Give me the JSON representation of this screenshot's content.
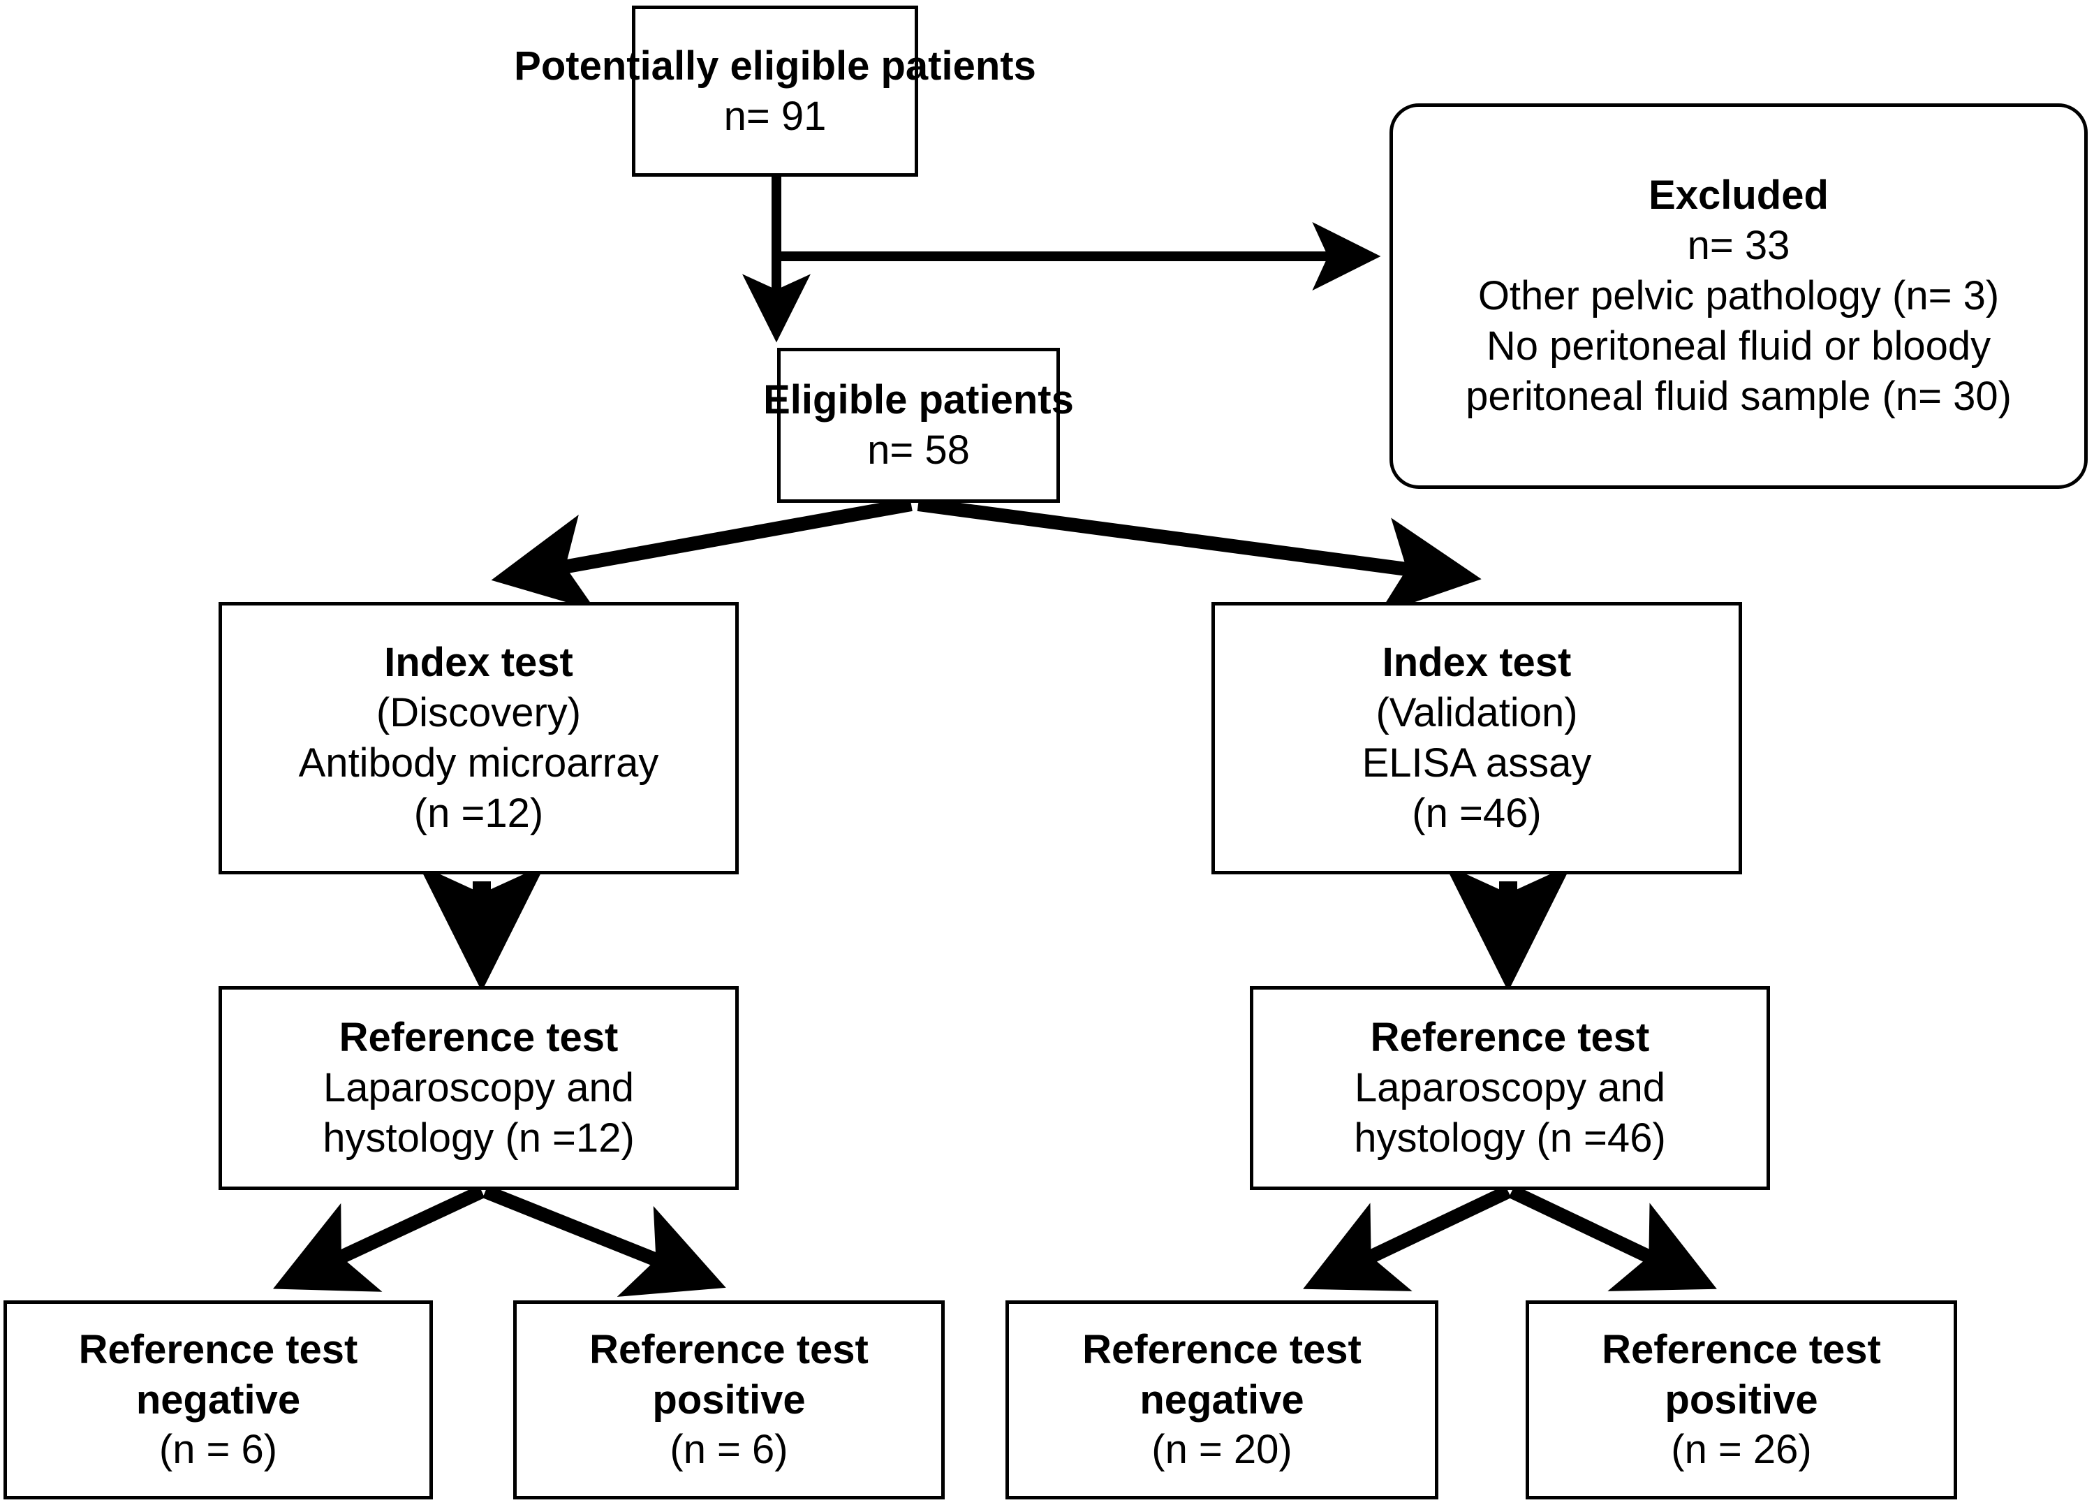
{
  "diagram": {
    "title": "Patient flow diagram",
    "nodes": {
      "potentially_eligible": {
        "label": "Potentially eligible patients",
        "count": "n= 91"
      },
      "excluded": {
        "label": "Excluded",
        "count": "n= 33",
        "reason_1": "Other pelvic pathology (n= 3)",
        "reason_2": "No peritoneal fluid or bloody peritoneal fluid sample (n= 30)"
      },
      "eligible": {
        "label": "Eligible patients",
        "count": "n= 58"
      },
      "index_test_discovery": {
        "label": "Index test",
        "phase": "(Discovery)",
        "method": "Antibody microarray",
        "count": "(n =12)"
      },
      "index_test_validation": {
        "label": "Index test",
        "phase": "(Validation)",
        "method": "ELISA assay",
        "count": "(n =46)"
      },
      "reference_test_discovery": {
        "label": "Reference test",
        "method_line_1": "Laparoscopy and",
        "method_line_2": "hystology (n =12)"
      },
      "reference_test_validation": {
        "label": "Reference test",
        "method_line_1": "Laparoscopy and",
        "method_line_2": "hystology (n =46)"
      },
      "discovery_negative": {
        "label_line_1": "Reference test",
        "label_line_2": "negative",
        "count": "(n = 6)"
      },
      "discovery_positive": {
        "label_line_1": "Reference test",
        "label_line_2": "positive",
        "count": "(n = 6)"
      },
      "validation_negative": {
        "label_line_1": "Reference test",
        "label_line_2": "negative",
        "count": "(n = 20)"
      },
      "validation_positive": {
        "label_line_1": "Reference test",
        "label_line_2": "positive",
        "count": "(n = 26)"
      }
    },
    "colors": {
      "stroke": "#000000",
      "fill": "#ffffff",
      "text": "#000000"
    }
  }
}
